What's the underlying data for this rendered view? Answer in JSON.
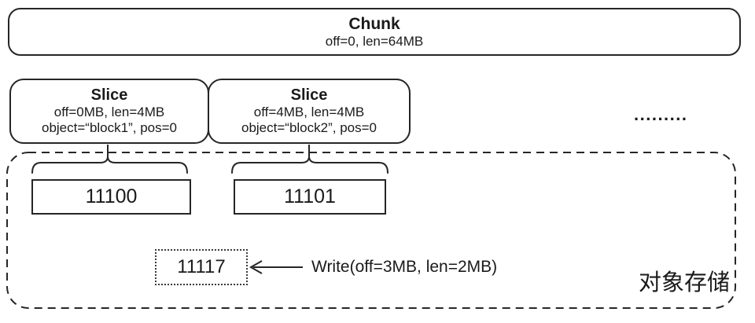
{
  "diagram": {
    "chunk": {
      "title": "Chunk",
      "meta": "off=0, len=64MB"
    },
    "slices": [
      {
        "title": "Slice",
        "meta1": "off=0MB, len=4MB",
        "meta2": "object=“block1”, pos=0"
      },
      {
        "title": "Slice",
        "meta1": "off=4MB, len=4MB",
        "meta2": "object=“block2”, pos=0"
      }
    ],
    "ellipsis": ".........",
    "object_storage": {
      "label": "对象存储",
      "blocks": [
        "11100",
        "11101"
      ],
      "new_block": "11117",
      "write_call": "Write(off=3MB, len=2MB)"
    },
    "colors": {
      "stroke": "#262626",
      "text": "#1a1a1a",
      "background": "#ffffff"
    }
  }
}
